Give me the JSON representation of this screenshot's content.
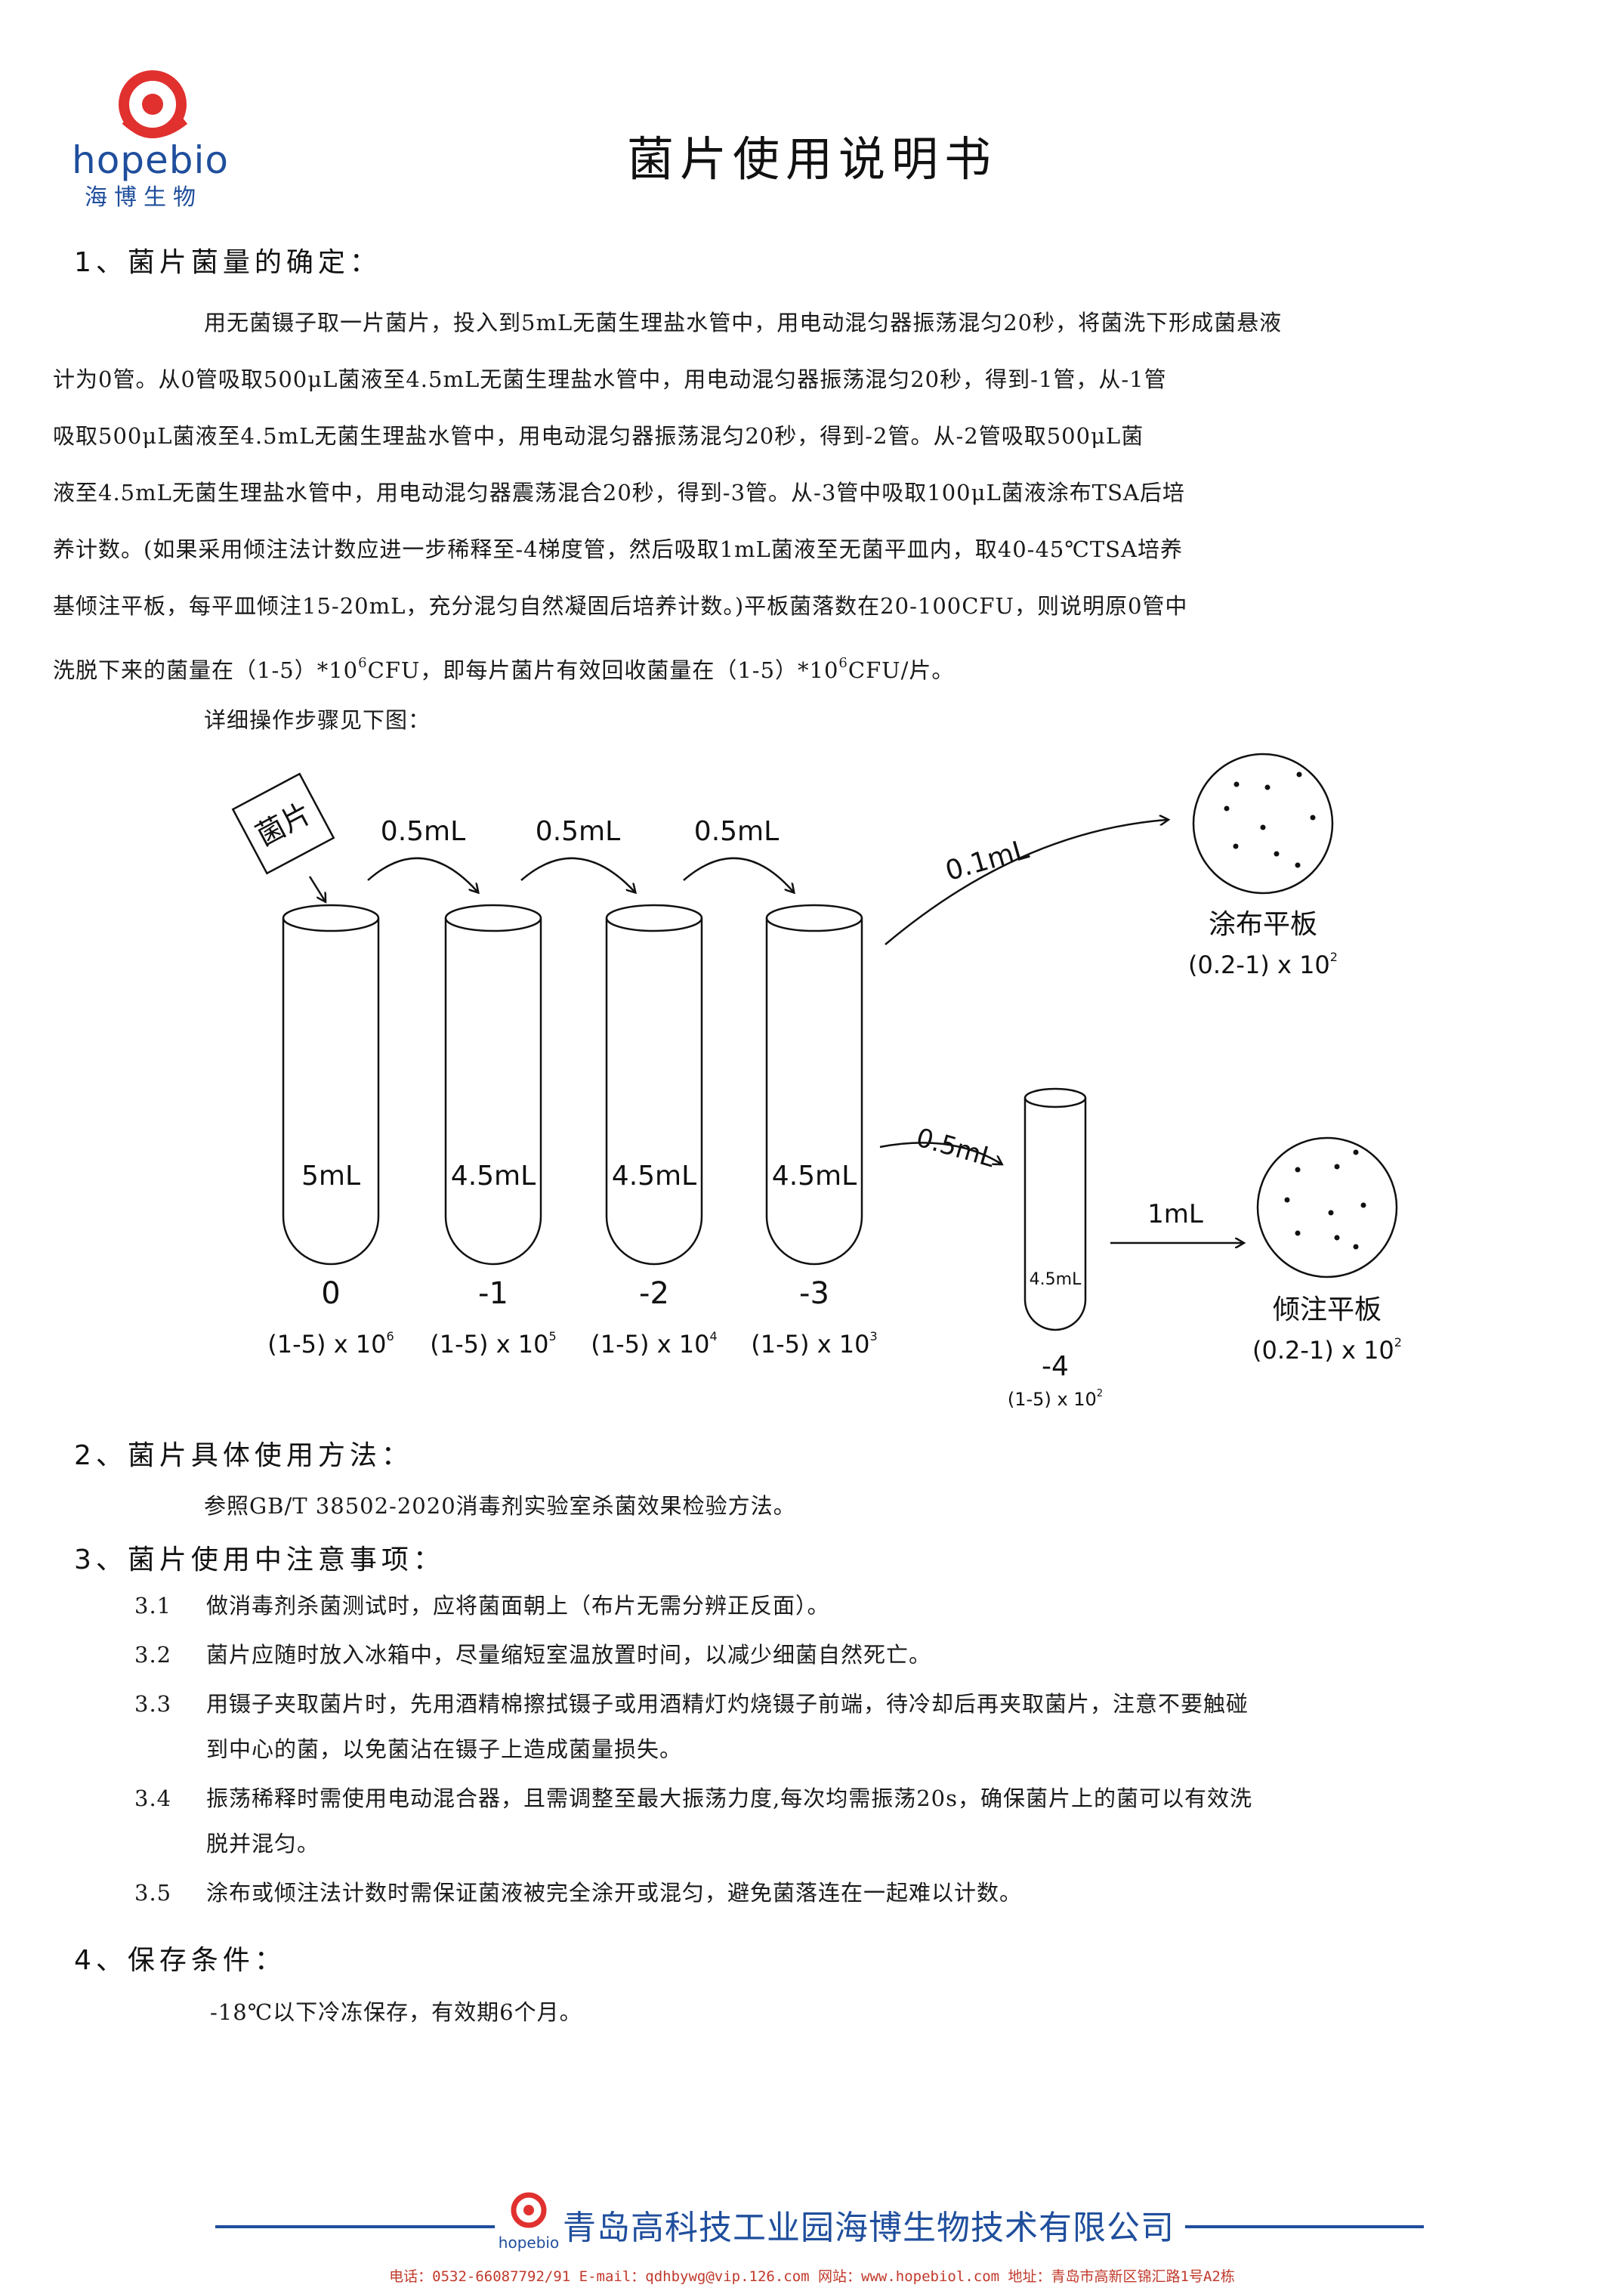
{
  "brand": {
    "logo_en": "hopebio",
    "logo_cn": "海博生物",
    "accent_color": "#1f4e9c",
    "logo_red": "#e0312f"
  },
  "title": "菌片使用说明书",
  "section1": {
    "heading": "1、菌片菌量的确定：",
    "lines": [
      "用无菌镊子取一片菌片，投入到5mL无菌生理盐水管中，用电动混匀器振荡混匀20秒，将菌洗下形成菌悬液",
      "计为0管。从0管吸取500μL菌液至4.5mL无菌生理盐水管中，用电动混匀器振荡混匀20秒，得到-1管，从-1管",
      "吸取500μL菌液至4.5mL无菌生理盐水管中，用电动混匀器振荡混匀20秒，得到-2管。从-2管吸取500μL菌",
      "液至4.5mL无菌生理盐水管中，用电动混匀器震荡混合20秒，得到-3管。从-3管中吸取100μL菌液涂布TSA后培",
      "养计数。(如果采用倾注法计数应进一步稀释至-4梯度管，然后吸取1mL菌液至无菌平皿内，取40-45℃TSA培养",
      "基倾注平板，每平皿倾注15-20mL，充分混匀自然凝固后培养计数。)平板菌落数在20-100CFU，则说明原0管中"
    ],
    "last_line_a": "洗脱下来的菌量在（1-5）*10",
    "last_line_sup1": "6",
    "last_line_b": "CFU，即每片菌片有效回收菌量在（1-5）*10",
    "last_line_sup2": "6",
    "last_line_c": "CFU/片。",
    "see_below": "详细操作步骤见下图："
  },
  "diagram": {
    "chip_label": "菌片",
    "transfer_labels": [
      "0.5mL",
      "0.5mL",
      "0.5mL"
    ],
    "spread_volume": "0.1mL",
    "pour_transfer": "0.5mL",
    "pour_volume": "1mL",
    "tubes": [
      {
        "volume": "5mL",
        "index": "0",
        "count_base": "(1-5) x 10",
        "count_exp": "6"
      },
      {
        "volume": "4.5mL",
        "index": "-1",
        "count_base": "(1-5) x 10",
        "count_exp": "5"
      },
      {
        "volume": "4.5mL",
        "index": "-2",
        "count_base": "(1-5) x 10",
        "count_exp": "4"
      },
      {
        "volume": "4.5mL",
        "index": "-3",
        "count_base": "(1-5) x 10",
        "count_exp": "3"
      }
    ],
    "small_tube": {
      "volume": "4.5mL",
      "index": "-4",
      "count_base": "(1-5) x 10",
      "count_exp": "2"
    },
    "spread_plate": {
      "name": "涂布平板",
      "count_base": "(0.2-1) x 10",
      "count_exp": "2"
    },
    "pour_plate": {
      "name": "倾注平板",
      "count_base": "(0.2-1) x 10",
      "count_exp": "2"
    }
  },
  "section2": {
    "heading": "2、菌片具体使用方法：",
    "text": "参照GB/T 38502-2020消毒剂实验室杀菌效果检验方法。"
  },
  "section3": {
    "heading": "3、菌片使用中注意事项：",
    "items": [
      {
        "num": "3.1",
        "lines": [
          "做消毒剂杀菌测试时，应将菌面朝上（布片无需分辨正反面）。"
        ]
      },
      {
        "num": "3.2",
        "lines": [
          "菌片应随时放入冰箱中，尽量缩短室温放置时间，以减少细菌自然死亡。"
        ]
      },
      {
        "num": "3.3",
        "lines": [
          "用镊子夹取菌片时，先用酒精棉擦拭镊子或用酒精灯灼烧镊子前端，待冷却后再夹取菌片，注意不要触碰",
          "到中心的菌，以免菌沾在镊子上造成菌量损失。"
        ]
      },
      {
        "num": "3.4",
        "lines": [
          "振荡稀释时需使用电动混合器，且需调整至最大振荡力度,每次均需振荡20s，确保菌片上的菌可以有效洗",
          "脱并混匀。"
        ]
      },
      {
        "num": "3.5",
        "lines": [
          "涂布或倾注法计数时需保证菌液被完全涂开或混匀，避免菌落连在一起难以计数。"
        ]
      }
    ]
  },
  "section4": {
    "heading": "4、保存条件：",
    "text": "-18℃以下冷冻保存，有效期6个月。"
  },
  "footer": {
    "company": "青岛高科技工业园海博生物技术有限公司",
    "contact": "电话：0532-66087792/91 E-mail：qdhbywg@vip.126.com 网站：www.hopebiol.com 地址：青岛市高新区锦汇路1号A2栋"
  }
}
